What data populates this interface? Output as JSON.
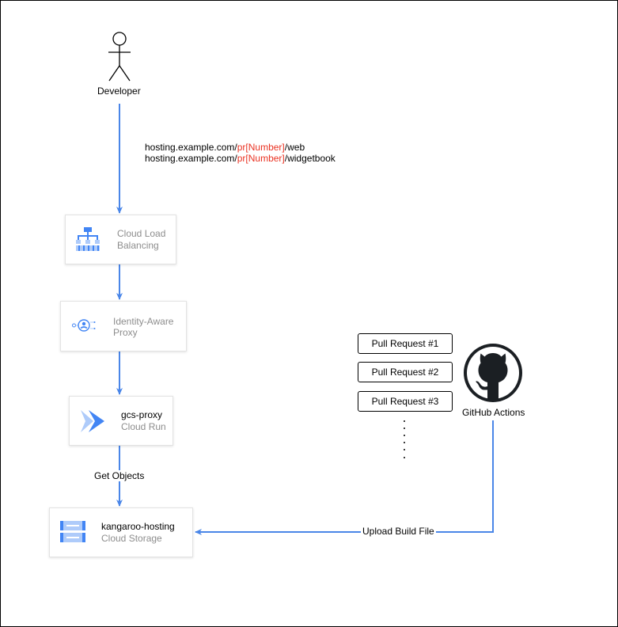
{
  "actor": {
    "label": "Developer"
  },
  "urls": [
    {
      "prefix": "hosting.example.com/",
      "pr": "pr",
      "number": "[Number]",
      "suffix": "/web"
    },
    {
      "prefix": "hosting.example.com/",
      "pr": "pr",
      "number": "[Number]",
      "suffix": "/widgetbook"
    }
  ],
  "nodes": {
    "load_balancing": {
      "line1": "Cloud Load",
      "line2": "Balancing",
      "icon": "cloud-load-balancing-icon"
    },
    "iap": {
      "line1": "Identity-Aware",
      "line2": "Proxy",
      "icon": "identity-aware-proxy-icon"
    },
    "gcs_proxy": {
      "title": "gcs-proxy",
      "subtitle": "Cloud Run",
      "icon": "cloud-run-icon"
    },
    "storage": {
      "title": "kangaroo-hosting",
      "subtitle": "Cloud Storage",
      "icon": "cloud-storage-icon"
    }
  },
  "pull_requests": [
    "Pull Request #1",
    "Pull Request #2",
    "Pull Request #3"
  ],
  "github": {
    "label": "GitHub Actions",
    "icon": "github-octocat-icon"
  },
  "edges": {
    "get_objects": "Get Objects",
    "upload_build": "Upload Build File"
  },
  "colors": {
    "arrow": "#4a86e8",
    "icon_blue": "#4285f4",
    "icon_light": "#aecbfa",
    "highlight": "#ea3323",
    "muted_text": "#8d8d8d",
    "github": "#1b1f23"
  }
}
